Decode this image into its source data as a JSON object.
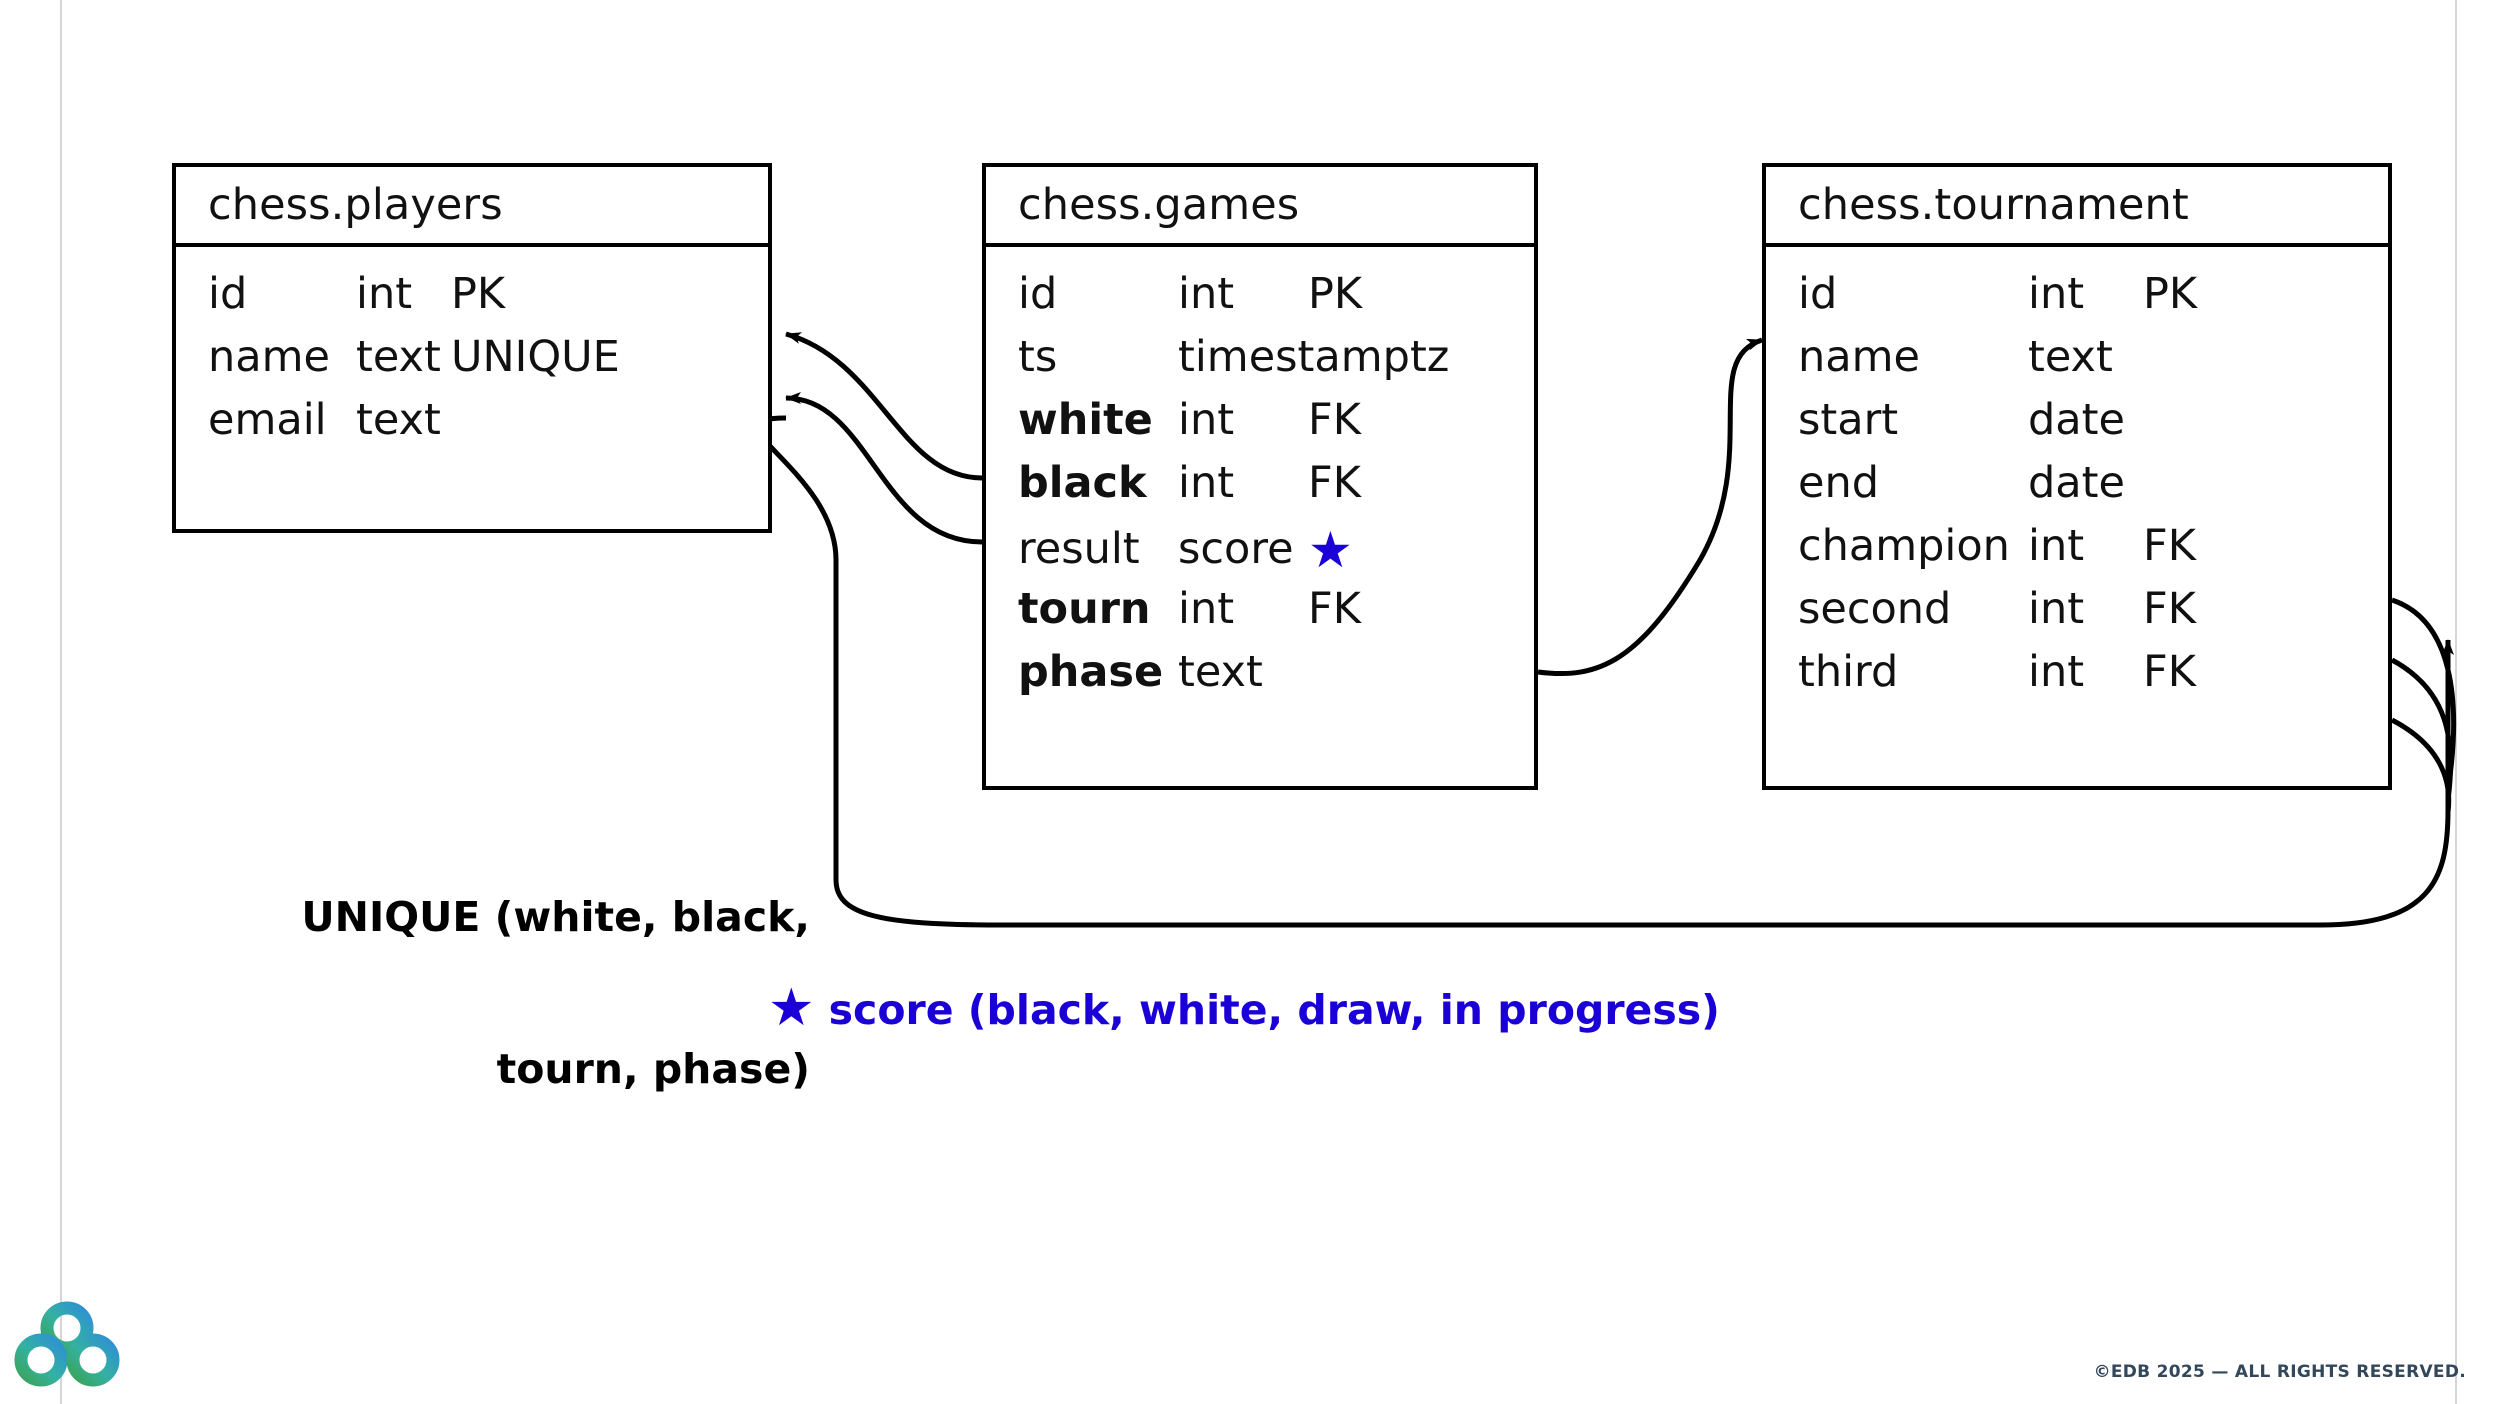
{
  "slide": {
    "background_color": "#ffffff",
    "accent_color": "#1a00d6",
    "guide_color": "#d6d6d6"
  },
  "tables": [
    {
      "id": "players",
      "title": "chess.players",
      "fields": [
        {
          "name": "id",
          "type": "int",
          "key": "PK",
          "bold": false,
          "star": false
        },
        {
          "name": "name",
          "type": "text",
          "key": "UNIQUE",
          "bold": false,
          "star": false
        },
        {
          "name": "email",
          "type": "text",
          "key": "",
          "bold": false,
          "star": false
        }
      ]
    },
    {
      "id": "games",
      "title": "chess.games",
      "fields": [
        {
          "name": "id",
          "type": "int",
          "key": "PK",
          "bold": false,
          "star": false
        },
        {
          "name": "ts",
          "type": "timestamptz",
          "key": "",
          "bold": false,
          "star": false
        },
        {
          "name": "white",
          "type": "int",
          "key": "FK",
          "bold": true,
          "star": false
        },
        {
          "name": "black",
          "type": "int",
          "key": "FK",
          "bold": true,
          "star": false
        },
        {
          "name": "result",
          "type": "score",
          "key": "",
          "bold": false,
          "star": true
        },
        {
          "name": "tourn",
          "type": "int",
          "key": "FK",
          "bold": true,
          "star": false
        },
        {
          "name": "phase",
          "type": "text",
          "key": "",
          "bold": true,
          "star": false
        }
      ]
    },
    {
      "id": "tournament",
      "title": "chess.tournament",
      "fields": [
        {
          "name": "id",
          "type": "int",
          "key": "PK",
          "bold": false,
          "star": false
        },
        {
          "name": "name",
          "type": "text",
          "key": "",
          "bold": false,
          "star": false
        },
        {
          "name": "start",
          "type": "date",
          "key": "",
          "bold": false,
          "star": false
        },
        {
          "name": "end",
          "type": "date",
          "key": "",
          "bold": false,
          "star": false
        },
        {
          "name": "champion",
          "type": "int",
          "key": "FK",
          "bold": false,
          "star": false
        },
        {
          "name": "second",
          "type": "int",
          "key": "FK",
          "bold": false,
          "star": false
        },
        {
          "name": "third",
          "type": "int",
          "key": "FK",
          "bold": false,
          "star": false
        }
      ]
    }
  ],
  "notes": {
    "unique_constraint_line1": "UNIQUE (white, black,",
    "unique_constraint_line2": "tourn, phase)",
    "legend_star": "★",
    "legend_text": "score (black, white, draw, in progress)"
  },
  "footer": {
    "copyright": "©EDB 2025 — ALL RIGHTS RESERVED.",
    "logo_name": "edb-logo"
  },
  "star_glyph": "★"
}
